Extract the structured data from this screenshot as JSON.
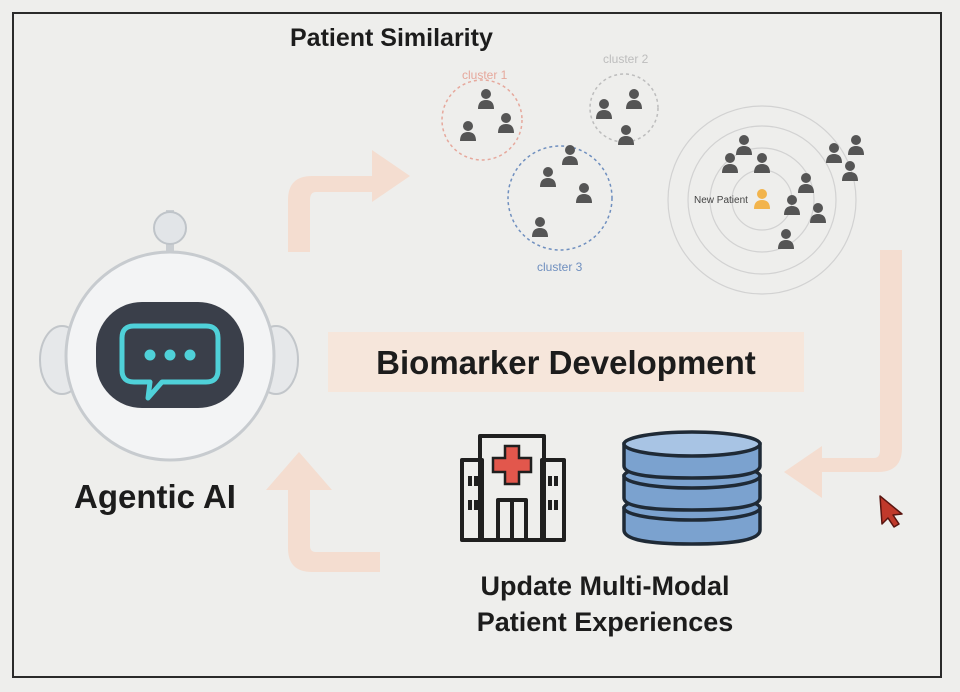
{
  "labels": {
    "patient_similarity": "Patient Similarity",
    "cluster_1": "cluster 1",
    "cluster_2": "cluster 2",
    "cluster_3": "cluster 3",
    "new_patient": "New Patient",
    "biomarker_development": "Biomarker Development",
    "agentic_ai": "Agentic AI",
    "update_line1": "Update Multi-Modal",
    "update_line2": "Patient Experiences"
  },
  "icons": {
    "robot": "robot-chat-icon",
    "hospital": "hospital-icon",
    "database": "database-icon",
    "patient": "person-icon",
    "cursor": "mouse-pointer-icon"
  },
  "colors": {
    "arrow": "#f4ddd0",
    "band": "#f6e6db",
    "chat_accent": "#4fd1d9",
    "robot_screen": "#3a3f4a",
    "database": "#7ba2cf",
    "hospital_cross": "#e2574c",
    "new_patient": "#f2b44c",
    "cursor": "#c0392b"
  }
}
